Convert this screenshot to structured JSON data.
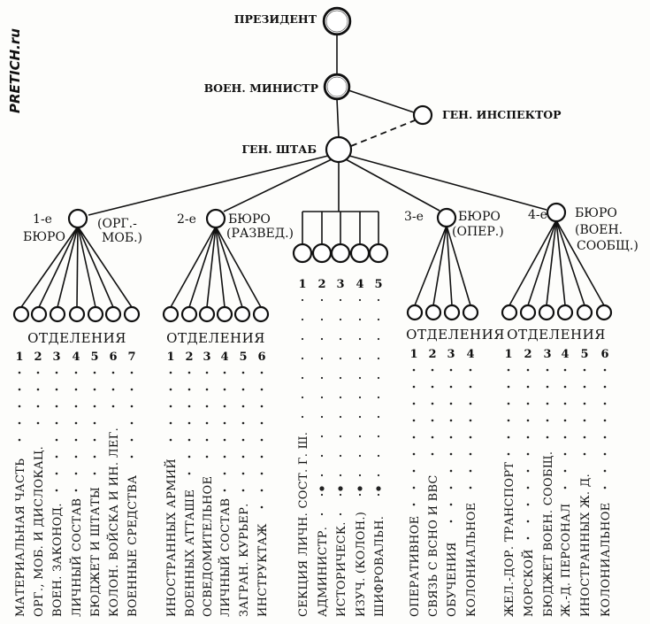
{
  "watermark": "PRETICH.ru",
  "top_nodes": {
    "president": "ПРЕЗИДЕНТ",
    "war_minister": "ВОЕН. МИНИСТР",
    "gen_inspector": "ГЕН. ИНСПЕКТОР",
    "gen_staff": "ГЕН. ШТАБ"
  },
  "bureaus": [
    {
      "id": "b1",
      "label_left": [
        "1-е",
        "БЮРО"
      ],
      "label_right": [
        "(ОРГ.-",
        "МОБ.)"
      ],
      "section_title": "ОТДЕЛЕНИЯ",
      "numbers": [
        "1",
        "2",
        "3",
        "4",
        "5",
        "6",
        "7"
      ],
      "items": [
        "МАТЕРИАЛЬНАЯ ЧАСТЬ",
        "ОРГ., МОБ. И ДИСЛОКАЦ.",
        "ВОЕН. ЗАКОНОД.",
        "ЛИЧНЫЙ СОСТАВ",
        "БЮДЖЕТ И ШТАТЫ",
        "КОЛОН. ВОЙСКА И ИН. ЛЕГ.",
        "ВОЕННЫЕ СРЕДСТВА"
      ]
    },
    {
      "id": "b2",
      "label_left": [
        "2-е"
      ],
      "label_right": [
        "БЮРО",
        "(РАЗВЕД.)"
      ],
      "section_title": "ОТДЕЛЕНИЯ",
      "numbers": [
        "1",
        "2",
        "3",
        "4",
        "5",
        "6"
      ],
      "items": [
        "ИНОСТРАННЫХ АРМИЙ",
        "ВОЕННЫХ АТТАШЕ",
        "ОСВЕДОМИТЕЛЬНОЕ",
        "ЛИЧНЫЙ СОСТАВ",
        "ЗАГРАН. КУРЬЕР.",
        "ИНСТРУКТАЖ"
      ]
    },
    {
      "id": "sections",
      "label_left": [],
      "label_right": [],
      "section_title": "",
      "numbers": [
        "1",
        "2",
        "3",
        "4",
        "5"
      ],
      "items": [
        "СЕКЦИЯ ЛИЧН. СОСТ. Г. Ш.",
        "АДМИНИСТР.",
        "ИСТОРИЧЕСК.",
        "ИЗУЧ. (КОЛОН.)",
        "ШИФРОВАЛЬН."
      ]
    },
    {
      "id": "b3",
      "label_left": [
        "3-е"
      ],
      "label_right": [
        "БЮРО",
        "(ОПЕР.)"
      ],
      "section_title": "ОТДЕЛЕНИЯ",
      "numbers": [
        "1",
        "2",
        "3",
        "4"
      ],
      "items": [
        "ОПЕРАТИВНОЕ",
        "СВЯЗЬ С ВСНО И ВВС",
        "ОБУЧЕНИЯ",
        "КОЛОНИАЛЬНОЕ"
      ]
    },
    {
      "id": "b4",
      "label_left": [
        "4-е"
      ],
      "label_right": [
        "БЮРО",
        "(ВОЕН.",
        "СООБЩ.)"
      ],
      "section_title": "ОТДЕЛЕНИЯ",
      "numbers": [
        "1",
        "2",
        "3",
        "4",
        "5",
        "6"
      ],
      "items": [
        "ЖЕЛ.-ДОР. ТРАНСПОРТ",
        "МОРСКОЙ",
        "БЮДЖЕТ ВОЕН. СООБЩ.",
        "Ж.-Д. ПЕРСОНАЛ",
        "ИНОСТРАННЫХ Ж. Д.",
        "КОЛОНИАЛЬНОЕ"
      ]
    }
  ]
}
